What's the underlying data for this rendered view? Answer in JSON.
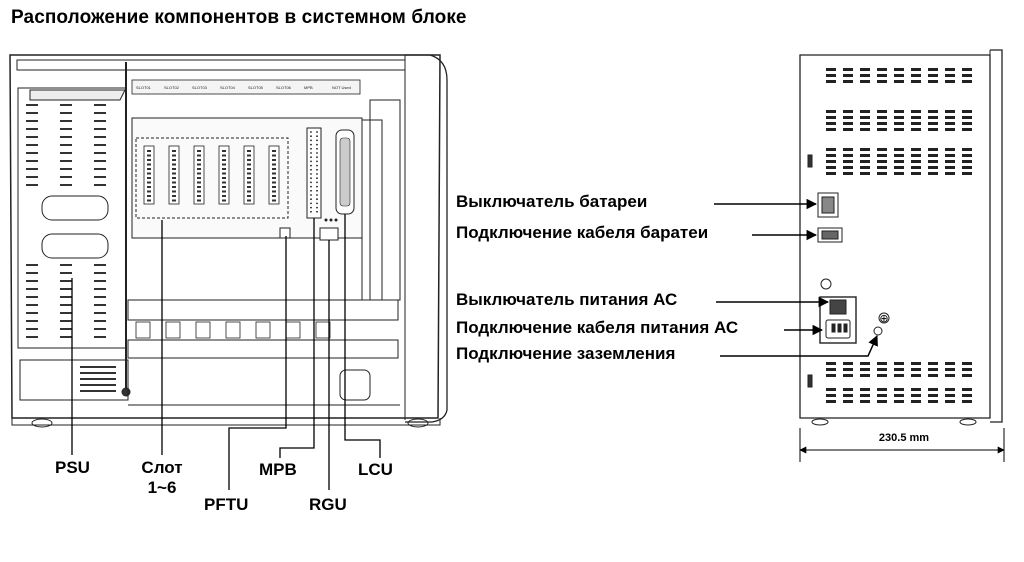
{
  "title": "Расположение компонентов в системном блоке",
  "front": {
    "slot_labels": [
      "SLOT01",
      "SLOT02",
      "SLOT03",
      "SLOT04",
      "SLOT05",
      "SLOT06",
      "MPB",
      "NOT Used"
    ],
    "labels": {
      "psu": "PSU",
      "slot": "Слот",
      "slot_range": "1~6",
      "pftu": "PFTU",
      "mpb": "MPB",
      "rgu": "RGU",
      "lcu": "LCU"
    }
  },
  "rear": {
    "callouts": {
      "battery_switch": "Выключатель батареи",
      "battery_cable": "Подключение кабеля баратеи",
      "ac_switch": "Выключатель питания АС",
      "ac_cable": "Подключение кабеля питания АС",
      "ground": "Подключение заземления"
    },
    "dimension": "230.5 mm",
    "ground_symbol": "⊕"
  }
}
